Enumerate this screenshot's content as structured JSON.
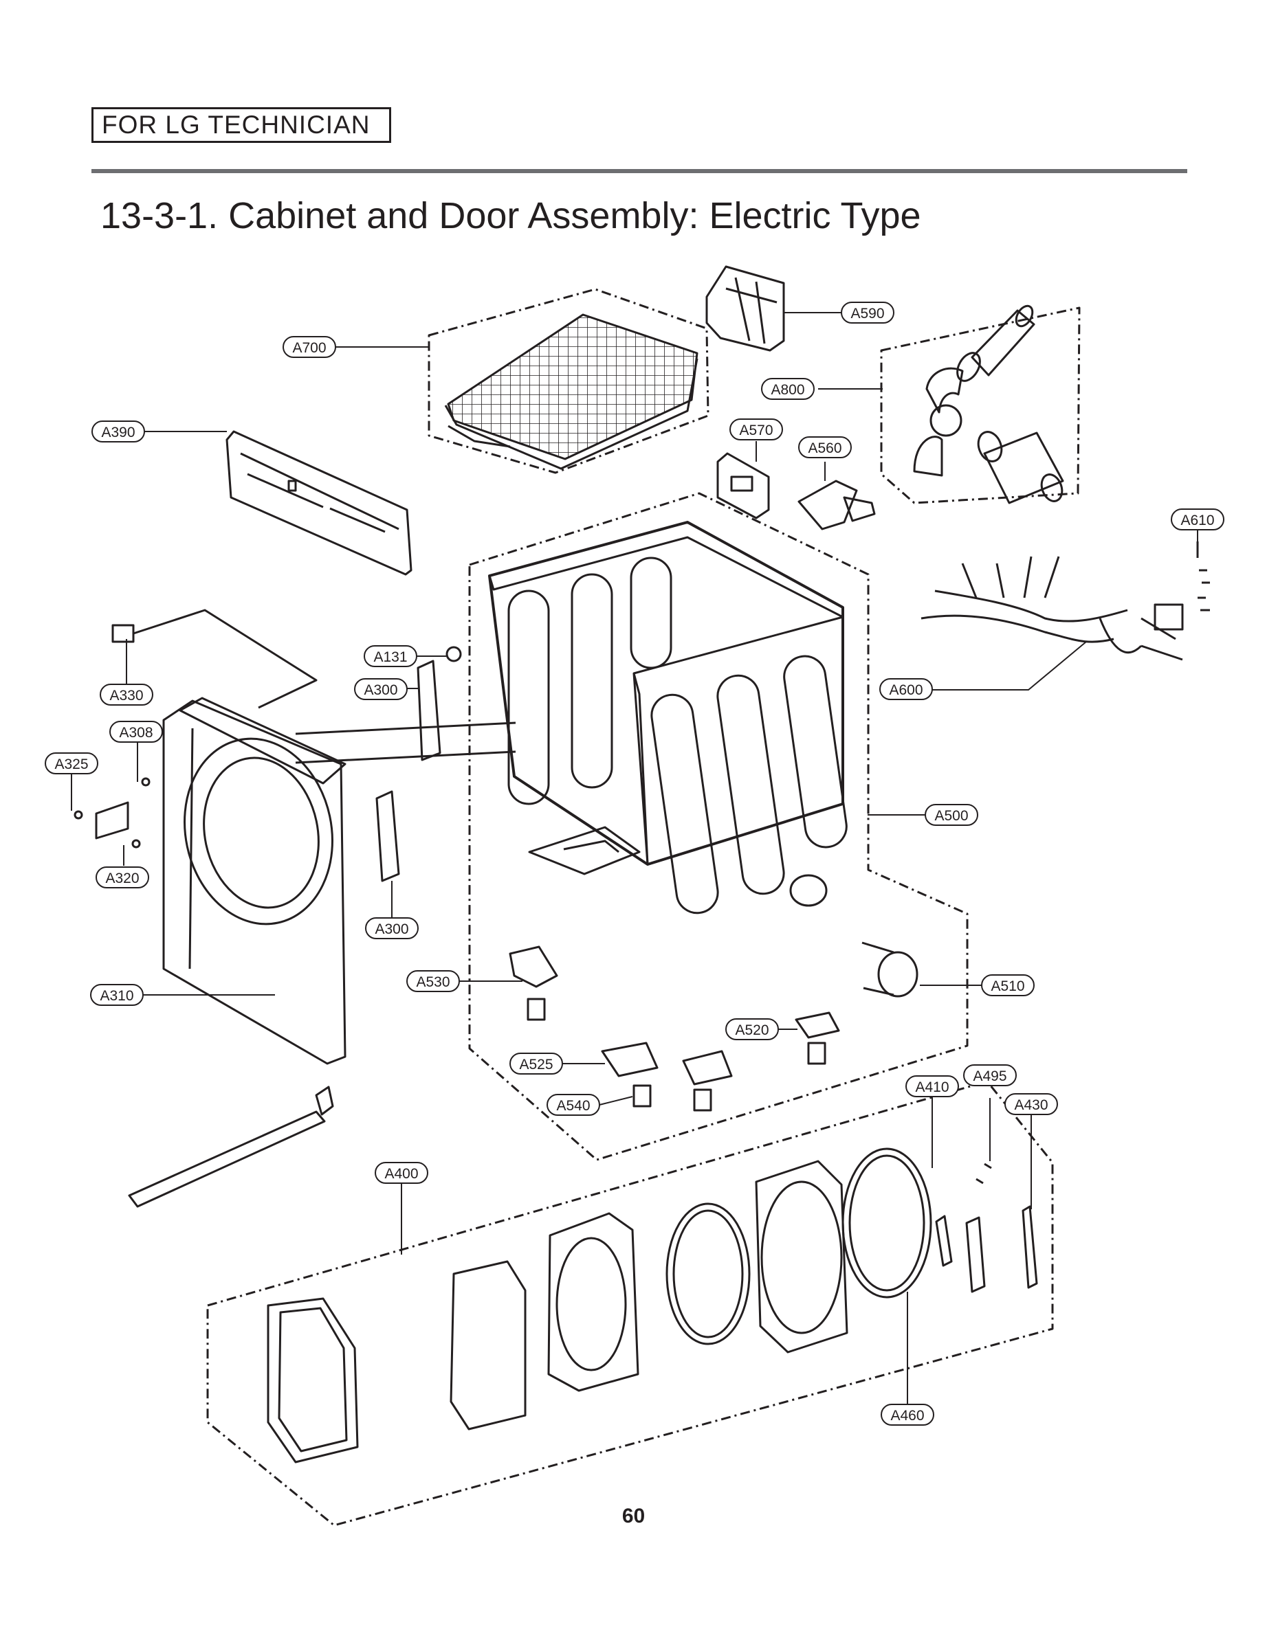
{
  "header": {
    "tag": "FOR LG TECHNICIAN"
  },
  "title": "13-3-1. Cabinet and Door Assembly: Electric Type",
  "page_number": "60",
  "callouts": [
    {
      "id": "a590",
      "text": "A590"
    },
    {
      "id": "a700",
      "text": "A700"
    },
    {
      "id": "a800",
      "text": "A800"
    },
    {
      "id": "a390",
      "text": "A390"
    },
    {
      "id": "a570",
      "text": "A570"
    },
    {
      "id": "a560",
      "text": "A560"
    },
    {
      "id": "a610",
      "text": "A610"
    },
    {
      "id": "a131",
      "text": "A131"
    },
    {
      "id": "a300-upper",
      "text": "A300"
    },
    {
      "id": "a330",
      "text": "A330"
    },
    {
      "id": "a308",
      "text": "A308"
    },
    {
      "id": "a325",
      "text": "A325"
    },
    {
      "id": "a600",
      "text": "A600"
    },
    {
      "id": "a500",
      "text": "A500"
    },
    {
      "id": "a320",
      "text": "A320"
    },
    {
      "id": "a300-lower",
      "text": "A300"
    },
    {
      "id": "a530",
      "text": "A530"
    },
    {
      "id": "a510",
      "text": "A510"
    },
    {
      "id": "a310",
      "text": "A310"
    },
    {
      "id": "a520",
      "text": "A520"
    },
    {
      "id": "a525",
      "text": "A525"
    },
    {
      "id": "a410",
      "text": "A410"
    },
    {
      "id": "a495",
      "text": "A495"
    },
    {
      "id": "a430",
      "text": "A430"
    },
    {
      "id": "a540",
      "text": "A540"
    },
    {
      "id": "a400",
      "text": "A400"
    },
    {
      "id": "a460",
      "text": "A460"
    }
  ]
}
